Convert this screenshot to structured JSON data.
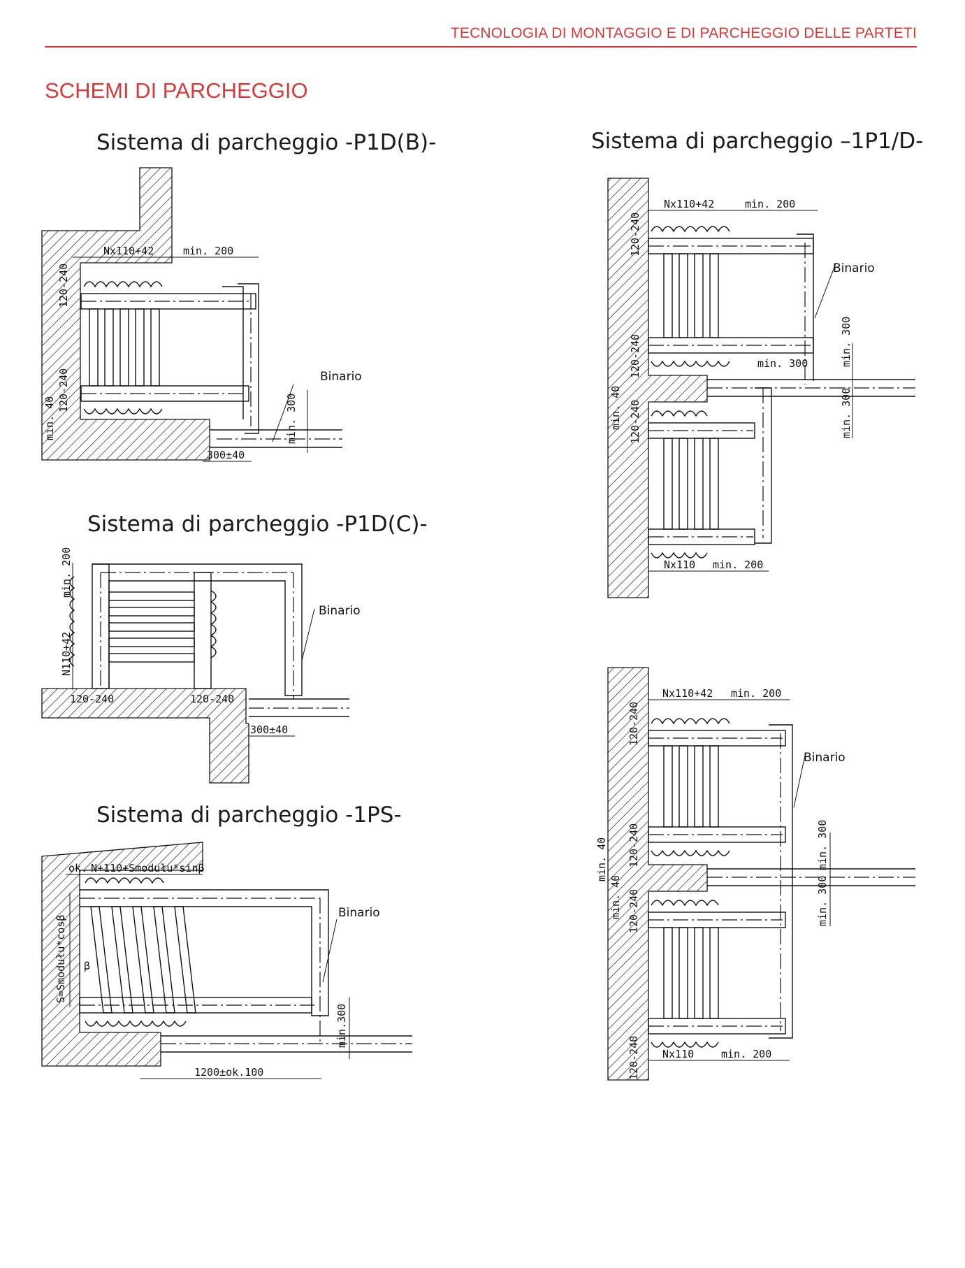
{
  "header": {
    "title": "TECNOLOGIA DI MONTAGGIO E DI PARCHEGGIO DELLE PARTETI"
  },
  "section": {
    "title": "SCHEMI DI PARCHEGGIO"
  },
  "colors": {
    "accent": "#d63a3a",
    "line": "#111111"
  },
  "diagrams": {
    "p1db": {
      "title": "Sistema di parcheggio -P1D(B)-",
      "dim_top": "Nx110+42",
      "dim_min200": "min. 200",
      "dim_v1": "120-240",
      "dim_v2": "120-240",
      "dim_min40": "min. 40",
      "dim_min300": "min. 300",
      "dim_bottom": "300±40",
      "rail_label": "Binario"
    },
    "p1dc": {
      "title": "Sistema di parcheggio -P1D(C)-",
      "dim_min200": "min. 200",
      "dim_n": "N110+42",
      "dim_h1": "120-240",
      "dim_h2": "120-240",
      "dim_bottom": "300±40",
      "rail_label": "Binario"
    },
    "ps": {
      "title": "Sistema di parcheggio -1PS-",
      "dim_top_ok": "ok.",
      "dim_top": "N+110+Smodułu*sinβ",
      "dim_side": "S=Smodułu*cosβ",
      "dim_beta": "β",
      "dim_min300": "min.300",
      "dim_bottom": "1200±ok.100",
      "rail_label": "Binario"
    },
    "p1d1": {
      "title": "Sistema di parcheggio –1P1/D-",
      "dim_top": "Nx110+42",
      "dim_top_min200": "min. 200",
      "dim_v1": "120-240",
      "dim_v2": "120-240",
      "dim_v3": "120-240",
      "dim_min40": "min. 40",
      "dim_min300a": "min. 300",
      "dim_min300b": "min. 300",
      "dim_min300c": "min. 300",
      "dim_bottom": "Nx110",
      "dim_bottom_min200": "min. 200",
      "rail_label": "Binario"
    },
    "p1d2": {
      "dim_top": "Nx110+42",
      "dim_top_min200": "min. 200",
      "dim_v1": "120-240",
      "dim_v2": "120-240",
      "dim_v3": "120-240",
      "dim_v4": "120-240",
      "dim_min40a": "min. 40",
      "dim_min40b": "min. 40",
      "dim_min300a": "min. 300",
      "dim_min300b": "min. 300",
      "dim_bottom": "Nx110",
      "dim_bottom_min200": "min. 200",
      "rail_label": "Binario"
    }
  }
}
